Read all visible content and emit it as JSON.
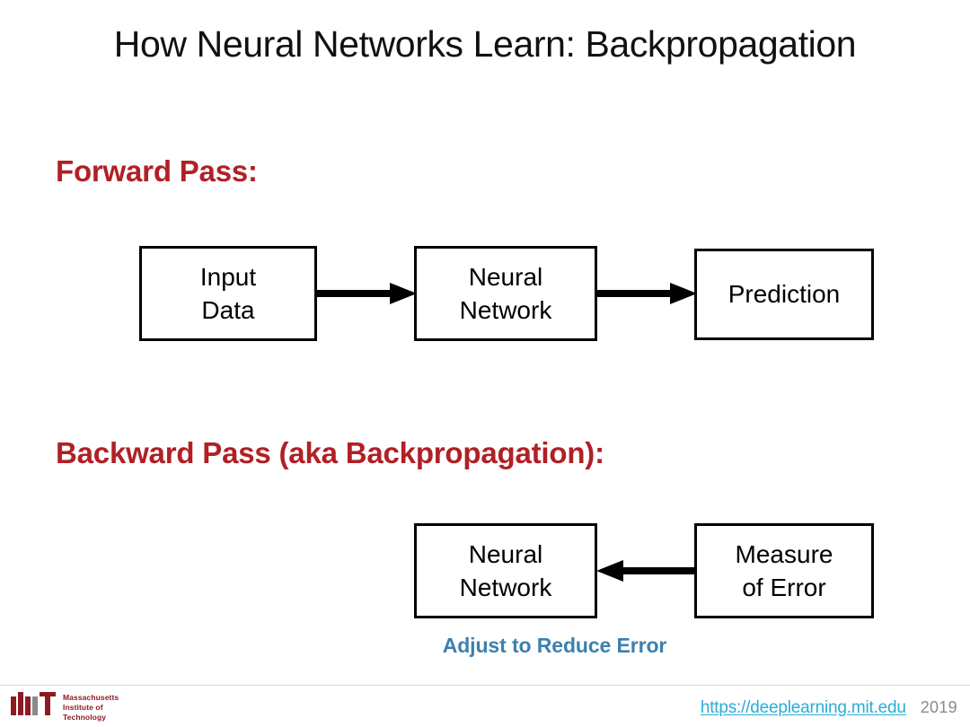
{
  "slide": {
    "title": "How Neural Networks Learn: Backpropagation",
    "background_color": "#ffffff"
  },
  "colors": {
    "heading_red": "#B02026",
    "caption_blue": "#3C80AE",
    "link_cyan": "#2BACD6",
    "year_gray": "#8A8A8A",
    "mit_red": "#8E1A22",
    "box_border": "#000000"
  },
  "sections": {
    "forward": {
      "heading": "Forward Pass:",
      "boxes": [
        {
          "id": "input",
          "lines": [
            "Input",
            "Data"
          ]
        },
        {
          "id": "neural-network",
          "lines": [
            "Neural",
            "Network"
          ]
        },
        {
          "id": "prediction",
          "lines": [
            "Prediction"
          ]
        }
      ],
      "arrows": [
        {
          "id": "input-to-neural-network",
          "direction": "right"
        },
        {
          "id": "neural-network-to-prediction",
          "direction": "right"
        }
      ]
    },
    "backward": {
      "heading": "Backward Pass (aka Backpropagation):",
      "boxes": [
        {
          "id": "neural-network",
          "lines": [
            "Neural",
            "Network"
          ]
        },
        {
          "id": "measure-of-error",
          "lines": [
            "Measure",
            "of Error"
          ]
        }
      ],
      "arrows": [
        {
          "id": "measure-of-error-to-neural-network",
          "direction": "left"
        }
      ],
      "caption": "Adjust to Reduce Error"
    }
  },
  "footer": {
    "mit_wordmark_lines": [
      "Massachusetts",
      "Institute of",
      "Technology"
    ],
    "link": "https://deeplearning.mit.edu",
    "year": "2019"
  }
}
